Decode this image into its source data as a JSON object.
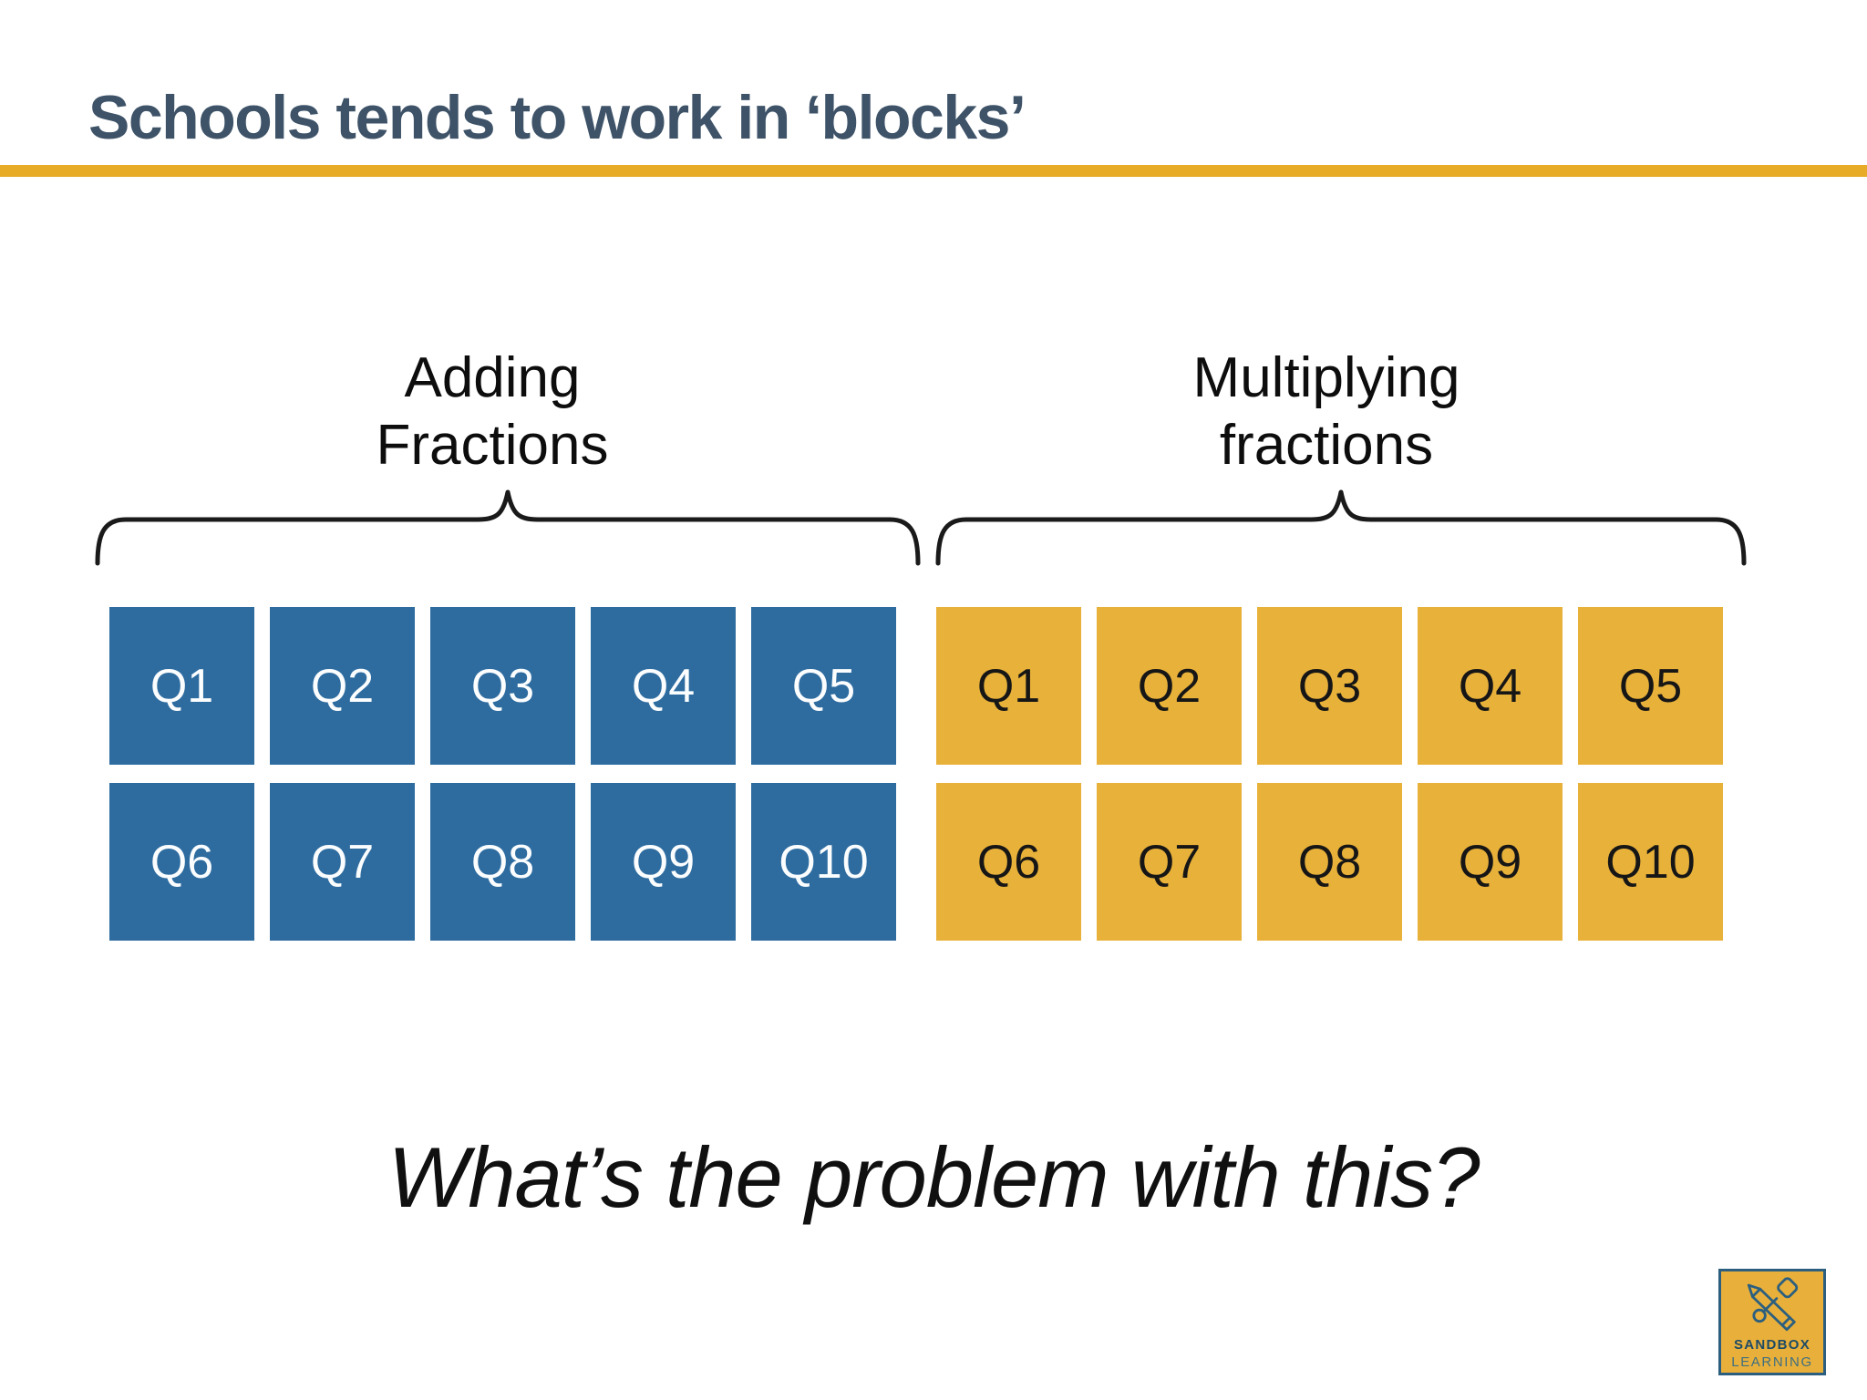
{
  "slide": {
    "title": "Schools tends to work in ‘blocks’",
    "title_color": "#3E5368",
    "accent_rule_color": "#E7AB27",
    "background_color": "#FFFFFF",
    "question": "What’s the problem with this?"
  },
  "groups": [
    {
      "label_line1": "Adding",
      "label_line2": "Fractions",
      "block_color": "#2E6CA0",
      "block_text_color": "#FBFDFE",
      "cells": [
        "Q1",
        "Q2",
        "Q3",
        "Q4",
        "Q5",
        "Q6",
        "Q7",
        "Q8",
        "Q9",
        "Q10"
      ]
    },
    {
      "label_line1": "Multiplying",
      "label_line2": "fractions",
      "block_color": "#E8B13A",
      "block_text_color": "#161616",
      "cells": [
        "Q1",
        "Q2",
        "Q3",
        "Q4",
        "Q5",
        "Q6",
        "Q7",
        "Q8",
        "Q9",
        "Q10"
      ]
    }
  ],
  "logo": {
    "line1": "SANDBOX",
    "line2": "LEARNING",
    "bg_color": "#E8B03A",
    "border_color": "#2C5F7F",
    "line1_color": "#1D4A66",
    "line2_color": "#3F6F80",
    "icon": "pencil-spade-crossed-icon"
  }
}
